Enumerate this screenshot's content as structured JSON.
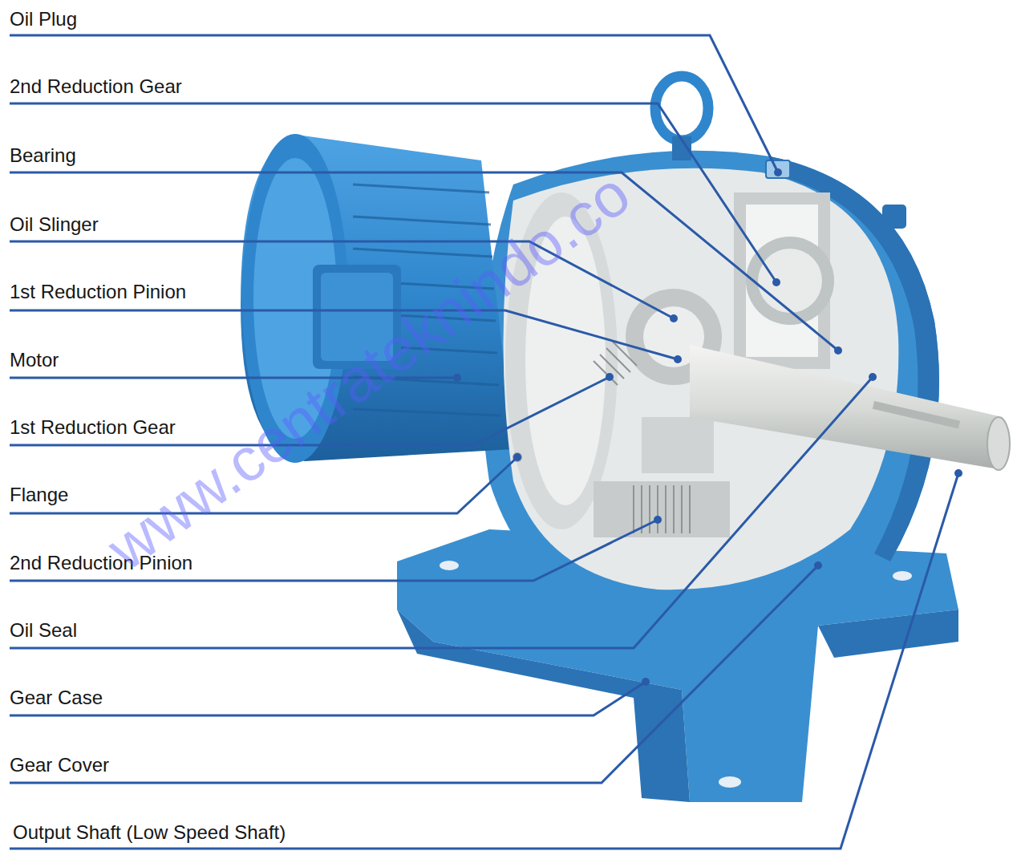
{
  "diagram": {
    "labels": [
      "Oil Plug",
      "2nd Reduction Gear",
      "Bearing",
      "Oil Slinger",
      "1st Reduction Pinion",
      "Motor",
      "1st Reduction Gear",
      "Flange",
      "2nd Reduction Pinion",
      "Oil Seal",
      "Gear Case",
      "Gear Cover",
      "Output Shaft (Low Speed Shaft)",
      "www.centrateknindo.co"
    ]
  }
}
